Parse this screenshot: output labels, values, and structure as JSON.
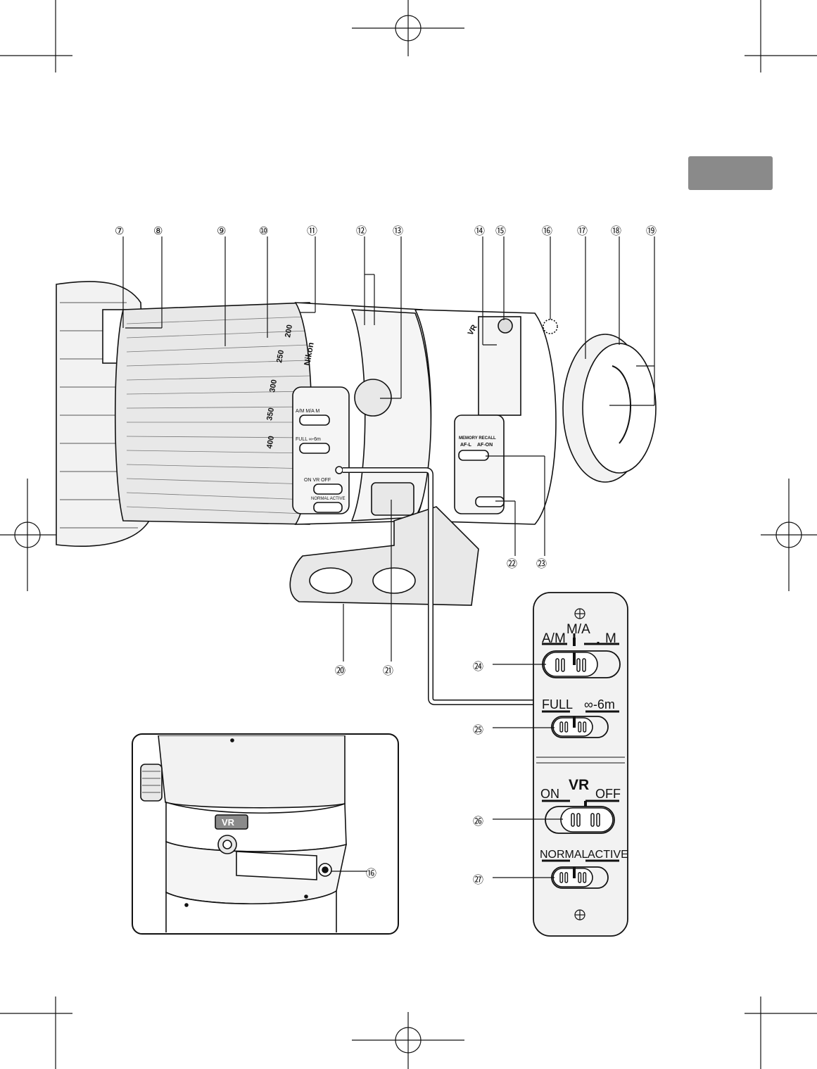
{
  "colors": {
    "tab": "#8a8a8a",
    "line": "#111111",
    "panel_fill": "#f2f2f2"
  },
  "callouts_top": [
    "⑦",
    "⑧",
    "⑨",
    "⑩",
    "⑪",
    "⑫",
    "⑬",
    "⑭",
    "⑮",
    "⑯",
    "⑰",
    "⑱",
    "⑲"
  ],
  "callouts_mid": [
    "⑳",
    "㉑",
    "㉒",
    "㉓"
  ],
  "callouts_panel": [
    "㉔",
    "㉕",
    "㉖",
    "㉗"
  ],
  "callout_inset": "⑯",
  "lens_labels": {
    "brand": "Nikon",
    "zoom_200": "200",
    "zoom_250": "250",
    "zoom_300": "300",
    "zoom_350": "350",
    "zoom_400": "400",
    "small_mode": "A/M  M/A  M",
    "small_range": "FULL  ∞-6m",
    "small_vr": "ON  VR  OFF",
    "small_vr_mode": "NORMAL  ACTIVE",
    "memory_recall": "MEMORY RECALL",
    "af_l": "AF-L",
    "af_on": "AF-ON",
    "vr_badge": "VR"
  },
  "panel": {
    "mode_am": "A/M",
    "mode_ma": "M/A",
    "mode_m": "M",
    "range_full": "FULL",
    "range_inf": "∞-6m",
    "vr_on": "ON",
    "vr_title": "VR",
    "vr_off": "OFF",
    "vr_normal": "NORMAL",
    "vr_active": "ACTIVE"
  },
  "inset": {
    "vr_badge": "VR"
  }
}
